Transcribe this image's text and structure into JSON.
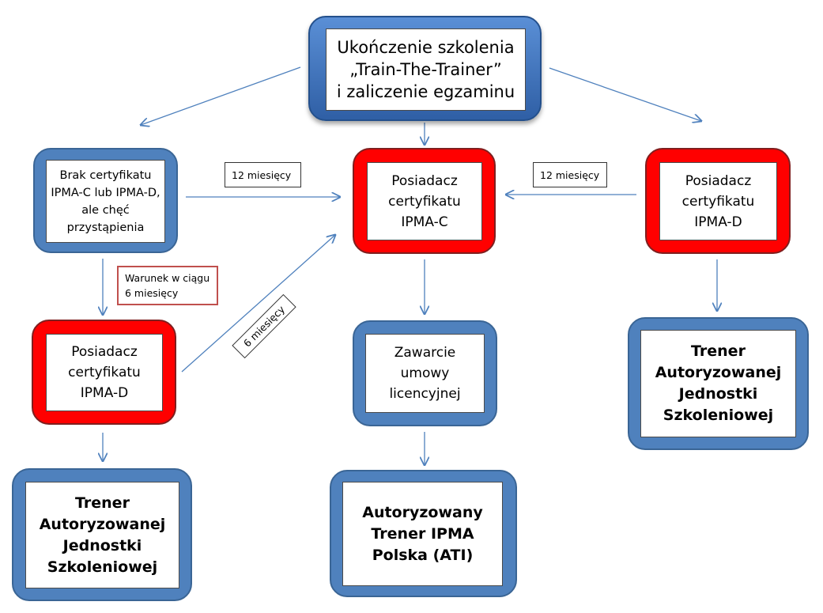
{
  "nodes": {
    "top": "Ukończenie szkolenia\n„Train-The-Trainer”\ni zaliczenie egzaminu",
    "no_cert": "Brak certyfikatu\nIPMA-C lub IPMA-D,\nale chęć\nprzystąpienia",
    "ipma_c_center": "Posiadacz\ncertyfikatu\nIPMA-C",
    "ipma_d_right": "Posiadacz\ncertyfikatu\nIPMA-D",
    "ipma_d_left": "Posiadacz\ncertyfikatu\nIPMA-D",
    "license": "Zawarcie\numowy\nlicencyjnej",
    "trainer_right": "Trener\nAutoryzowanej\nJednostki\nSzkoleniowej",
    "trainer_left": "Trener\nAutoryzowanej\nJednostki\nSzkoleniowej",
    "ati": "Autoryzowany\nTrener IPMA\nPolska (ATI)"
  },
  "labels": {
    "twelve_left": "12 miesięcy",
    "twelve_right": "12 miesięcy",
    "condition": "Warunek w ciągu\n6 miesięcy",
    "six": "6 miesięcy"
  },
  "colors": {
    "blue_frame": "#4f81bd",
    "red_frame": "#ff0000",
    "arrow": "#4f81bd",
    "condition_border": "#c0504d"
  }
}
